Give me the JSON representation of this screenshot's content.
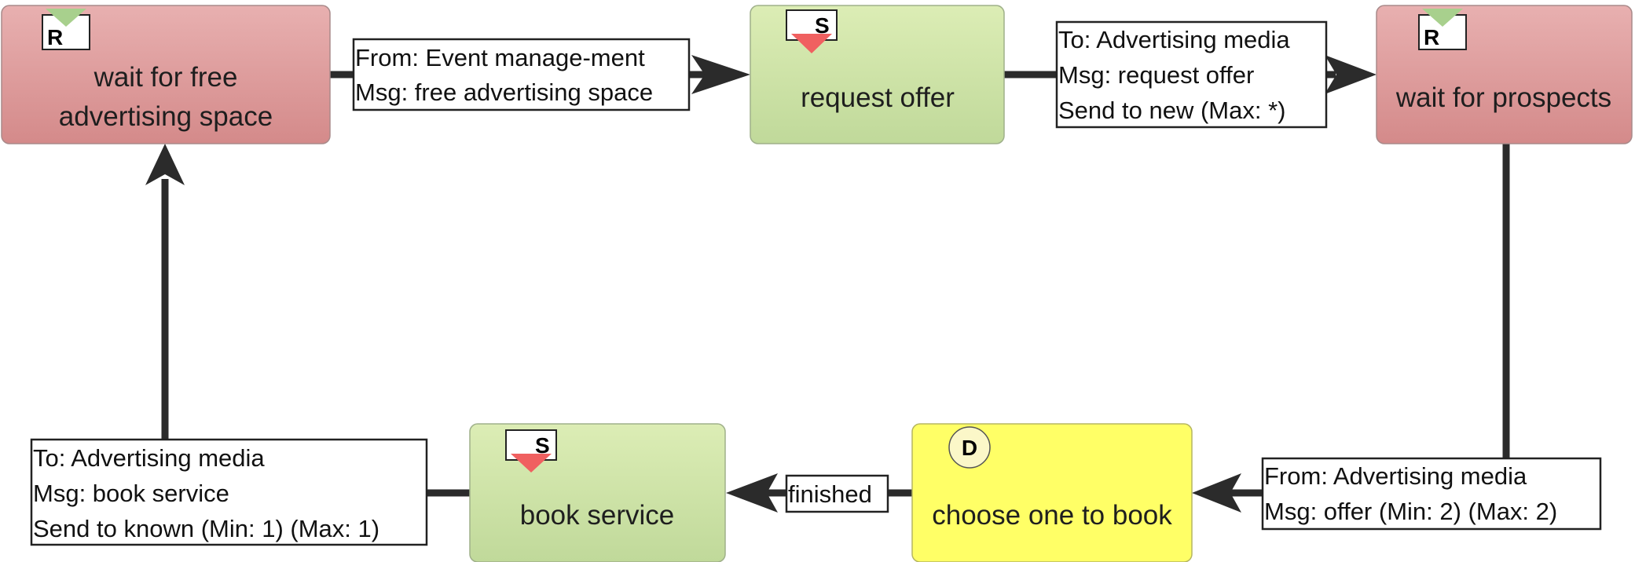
{
  "colors": {
    "receive_fill_top": "#e8b0b0",
    "receive_fill_bottom": "#d48a8a",
    "send_fill_top": "#dcedb5",
    "send_fill_bottom": "#c0d99a",
    "decision_fill": "#ffff66",
    "arrow": "#2b2b2b",
    "send_marker": "#f06060",
    "receive_marker": "#a8d08d",
    "decision_badge": "#fbf7c8"
  },
  "nodes": {
    "wait_free_space": {
      "line1": "wait for free",
      "line2": "advertising space",
      "badge": "R"
    },
    "request_offer": {
      "label": "request offer",
      "badge": "S"
    },
    "wait_prospects": {
      "label": "wait for prospects",
      "badge": "R"
    },
    "choose_one": {
      "label": "choose one to book",
      "badge": "D"
    },
    "book_service": {
      "label": "book service",
      "badge": "S"
    }
  },
  "edge_labels": {
    "free_space_msg": [
      "From: Event manage-ment",
      "Msg: free advertising space"
    ],
    "request_offer_msg": [
      "To: Advertising media",
      "Msg: request offer",
      "Send to new (Max: *)"
    ],
    "offer_msg": [
      "From: Advertising media",
      "Msg: offer (Min: 2) (Max: 2)"
    ],
    "finished": [
      "finished"
    ],
    "book_service_msg": [
      "To: Advertising media",
      "Msg: book service",
      "Send to known (Min: 1) (Max: 1)"
    ]
  }
}
